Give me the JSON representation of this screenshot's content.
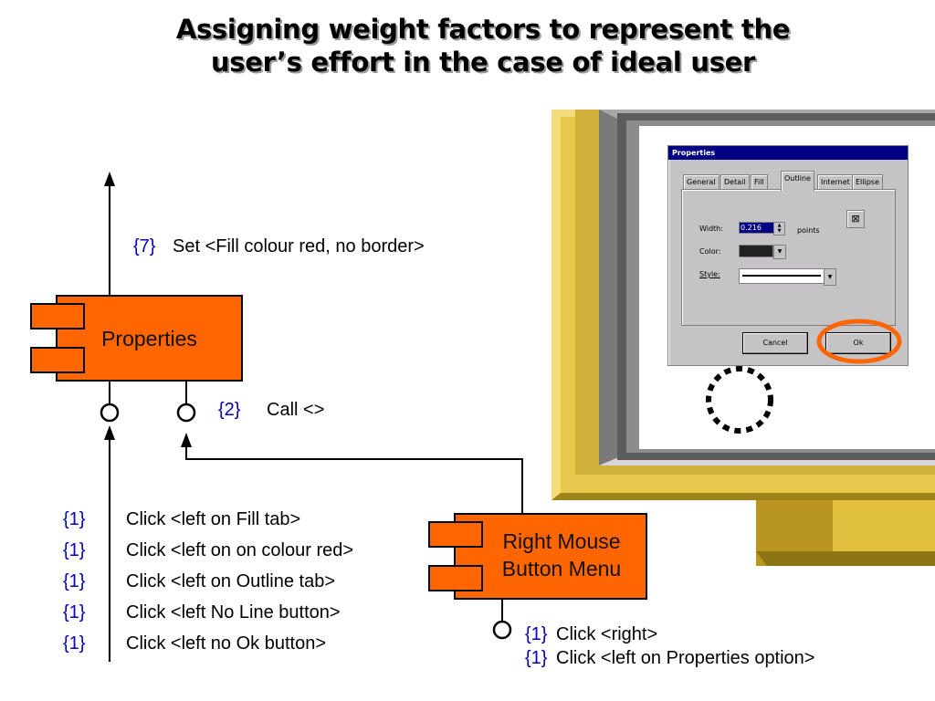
{
  "title": {
    "line1": "Assigning weight factors to represent the",
    "line2": "user’s effort in the case of ideal user"
  },
  "components": {
    "properties": {
      "label": "Properties",
      "color": "#ff6600"
    },
    "right_mouse": {
      "line1": "Right Mouse",
      "line2": "Button Menu",
      "color": "#ff6600"
    }
  },
  "edges": {
    "set": {
      "weight": "{7}",
      "text": "Set <Fill colour red, no border>"
    },
    "call": {
      "weight": "{2}",
      "text": "Call <>"
    }
  },
  "steps": [
    {
      "weight": "{1}",
      "text": "Click <left on Fill tab>"
    },
    {
      "weight": "{1}",
      "text": "Click <left on on colour red>"
    },
    {
      "weight": "{1}",
      "text": "Click <left on Outline tab>"
    },
    {
      "weight": "{1}",
      "text": "Click <left No Line button>"
    },
    {
      "weight": "{1}",
      "text": "Click <left no Ok button>"
    }
  ],
  "rm_steps": [
    {
      "weight": "{1}",
      "text": "Click <right>"
    },
    {
      "weight": "{1}",
      "text": "Click <left on Properties option>"
    }
  ],
  "dialog": {
    "title": "Properties",
    "tabs": [
      "General",
      "Detail",
      "Fill",
      "Outline",
      "Internet",
      "Ellipse"
    ],
    "active_tab": "Outline",
    "width_label": "Width:",
    "width_value": "0.216",
    "width_units": "points",
    "color_label": "Color:",
    "style_label": "Style:",
    "cancel": "Cancel",
    "ok": "Ok",
    "highlight_color": "#ff6600"
  },
  "colors": {
    "monitor_bezel": "#e8c84a",
    "monitor_shadow": "#a08419",
    "monitor_screen_frame": "#8c8c8c",
    "weight": "#0000c0"
  }
}
